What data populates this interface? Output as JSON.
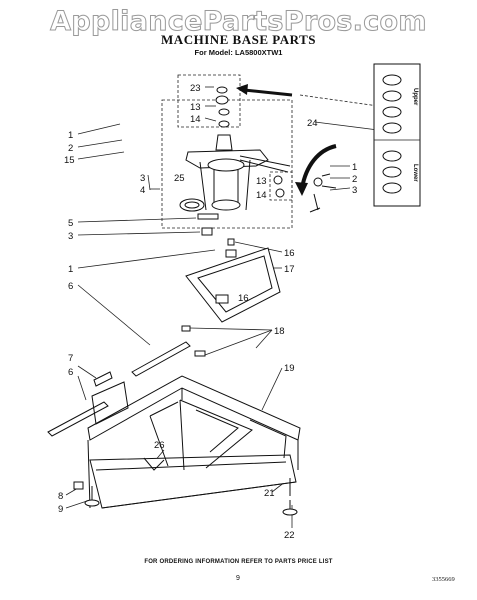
{
  "watermark": "AppliancePartsPros.com",
  "title": "MACHINE BASE PARTS",
  "model": "For Model: LA5800XTW1",
  "footer": "FOR ORDERING INFORMATION REFER TO PARTS PRICE LIST",
  "page_number": "9",
  "doc_code": "3355669",
  "inset_labels": {
    "upper": "Upper",
    "lower": "Lower"
  },
  "callouts": [
    "1",
    "2",
    "15",
    "3",
    "4",
    "25",
    "5",
    "3",
    "1",
    "6",
    "7",
    "6",
    "8",
    "9",
    "23",
    "13",
    "14",
    "24",
    "1",
    "2",
    "3",
    "13",
    "14",
    "16",
    "17",
    "16",
    "18",
    "19",
    "26",
    "21",
    "22"
  ]
}
